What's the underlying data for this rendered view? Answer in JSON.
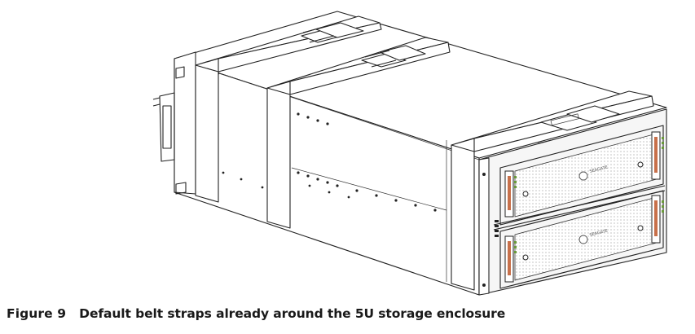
{
  "figure": {
    "number_label": "Figure 9",
    "caption_text": "Default belt straps already around the 5U storage enclosure",
    "drawer_brand": "SEAGATE"
  },
  "colors": {
    "line": "#222222",
    "caption_text": "#1a1a1a",
    "handle_accent": "#c8704a",
    "led_green": "#6a9a3a"
  }
}
